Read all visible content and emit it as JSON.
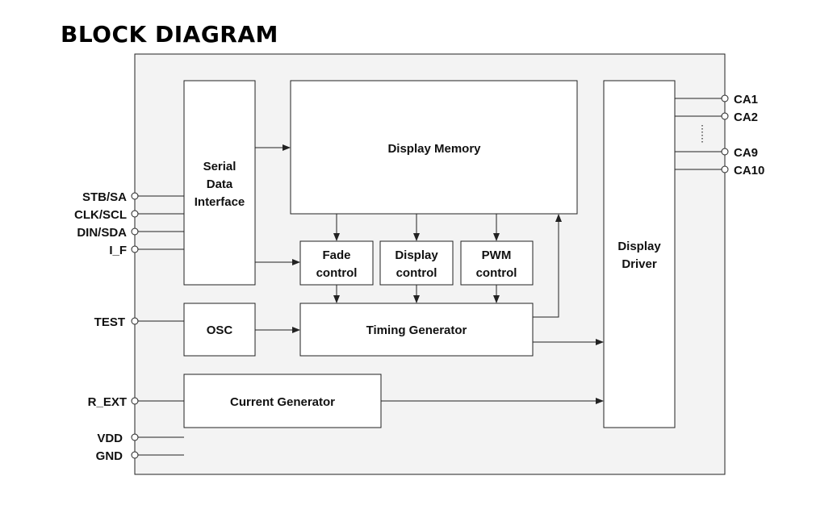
{
  "title": "BLOCK DIAGRAM",
  "blocks": {
    "serial_data_interface": [
      "Serial",
      "Data",
      "Interface"
    ],
    "display_memory": "Display Memory",
    "fade_control": [
      "Fade",
      "control"
    ],
    "display_control": [
      "Display",
      "control"
    ],
    "pwm_control": [
      "PWM",
      "control"
    ],
    "osc": "OSC",
    "timing_generator": "Timing Generator",
    "current_generator": "Current Generator",
    "display_driver": [
      "Display",
      "Driver"
    ]
  },
  "pins_left": {
    "stb_sa": "STB/SA",
    "clk_scl": "CLK/SCL",
    "din_sda": "DIN/SDA",
    "i_f": "I_F",
    "test": "TEST",
    "r_ext": "R_EXT",
    "vdd": "VDD",
    "gnd": "GND"
  },
  "pins_right": {
    "ca1": "CA1",
    "ca2": "CA2",
    "ca9": "CA9",
    "ca10": "CA10"
  }
}
